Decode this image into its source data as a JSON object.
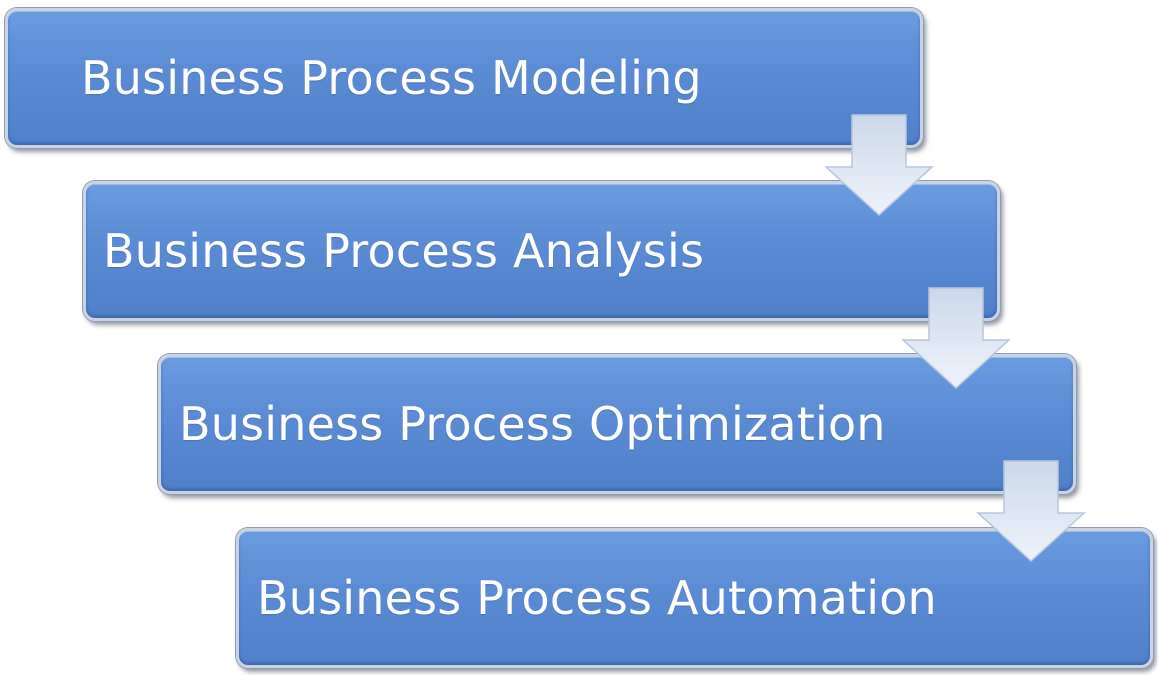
{
  "diagram": {
    "steps": [
      {
        "label": "Business Process Modeling"
      },
      {
        "label": "Business Process Analysis"
      },
      {
        "label": "Business Process Optimization"
      },
      {
        "label": "Business Process Automation"
      }
    ],
    "colors": {
      "box_fill": "#5a8bd4",
      "box_border": "#c9d3e2",
      "text": "#ffffff",
      "arrow_fill": "#dce6f2"
    }
  }
}
